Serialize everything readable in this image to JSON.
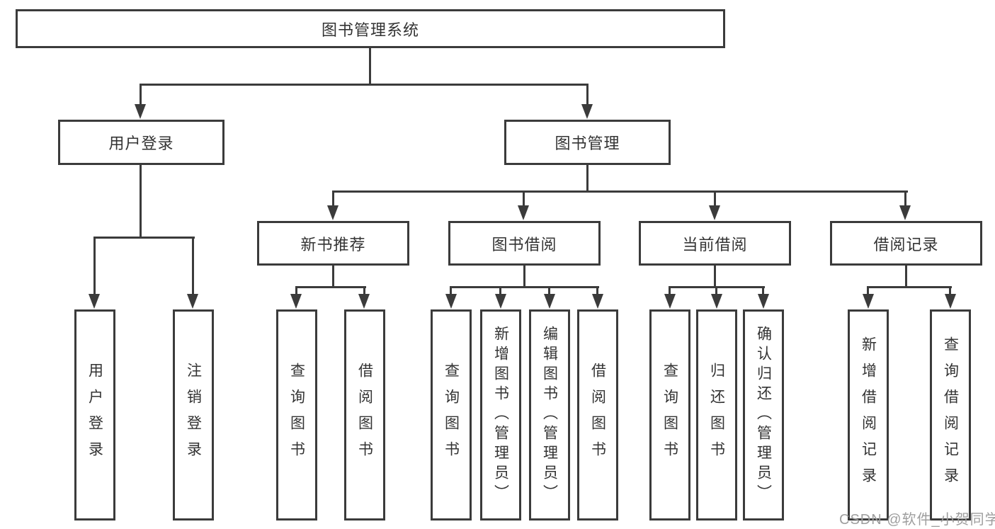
{
  "tree": {
    "label": "图书管理系统",
    "children": [
      {
        "label": "用户登录",
        "children": [
          {
            "label": "用户登录"
          },
          {
            "label": "注销登录"
          }
        ]
      },
      {
        "label": "图书管理",
        "children": [
          {
            "label": "新书推荐",
            "children": [
              {
                "label": "查询图书"
              },
              {
                "label": "借阅图书"
              }
            ]
          },
          {
            "label": "图书借阅",
            "children": [
              {
                "label": "查询图书"
              },
              {
                "label": "新增图书（管理员）"
              },
              {
                "label": "编辑图书（管理员）"
              },
              {
                "label": "借阅图书"
              }
            ]
          },
          {
            "label": "当前借阅",
            "children": [
              {
                "label": "查询图书"
              },
              {
                "label": "归还图书"
              },
              {
                "label": "确认归还（管理员）"
              }
            ]
          },
          {
            "label": "借阅记录",
            "children": [
              {
                "label": "新增借阅记录"
              },
              {
                "label": "查询借阅记录"
              }
            ]
          }
        ]
      }
    ]
  },
  "watermark": {
    "text": "CSDN @软件_小贺同学"
  },
  "colors": {
    "line": "#3b3b3b",
    "text": "#333333",
    "watermark": "#9e9e9e",
    "background": "#ffffff"
  }
}
